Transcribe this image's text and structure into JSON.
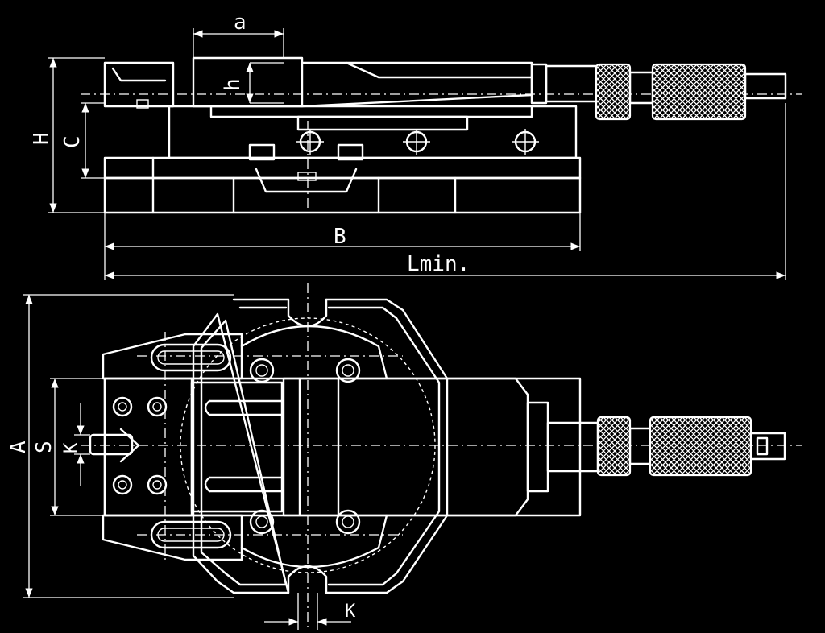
{
  "labels": {
    "a": "a",
    "h": "h",
    "H": "H",
    "C": "C",
    "B": "B",
    "Lmin": "Lmin.",
    "A": "A",
    "S": "S",
    "K_left": "K",
    "K_bottom": "K"
  },
  "colors": {
    "background": "#000000",
    "line": "#ffffff"
  }
}
